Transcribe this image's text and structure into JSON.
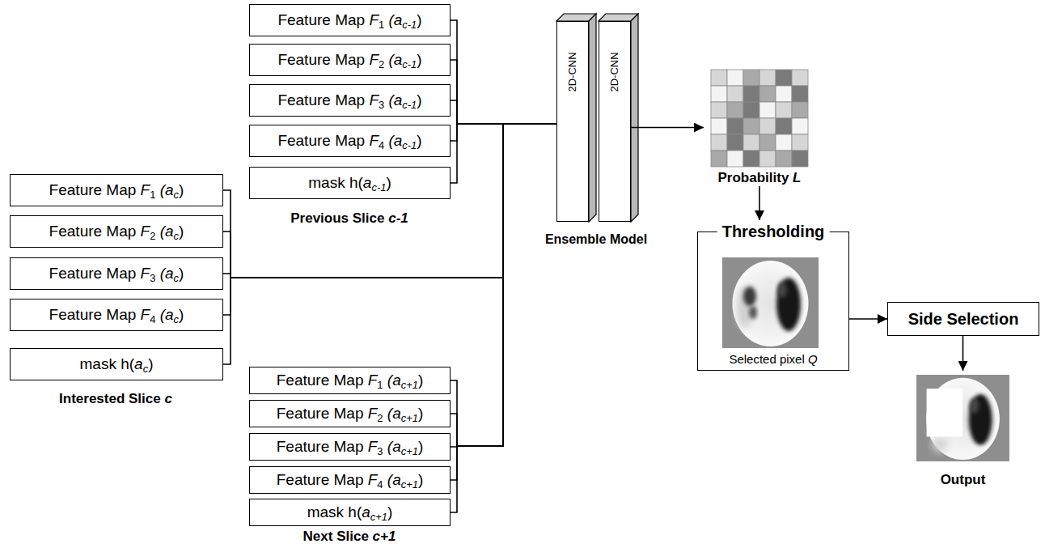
{
  "diagram": {
    "nodes": [
      {
        "text": [
          "Feature Map F1 (ac-1)"
        ]
      },
      {
        "text": [
          "Feature Map F2 (ac-1)"
        ]
      },
      {
        "text": [
          "Feature Map F3 (ac-1)"
        ]
      },
      {
        "text": [
          "Feature Map F4 (ac-1)"
        ]
      },
      {
        "text": [
          "mask h(ac-1)"
        ]
      },
      {
        "text": [
          "Feature Map F1 (ac)"
        ]
      },
      {
        "text": [
          "Feature Map F2 (ac)"
        ]
      },
      {
        "text": [
          "Feature Map F3 (ac)"
        ]
      },
      {
        "text": [
          "Feature Map F4 (ac)"
        ]
      },
      {
        "text": [
          "mask h(ac)"
        ]
      },
      {
        "text": [
          "Feature Map F1 (ac+1)"
        ]
      },
      {
        "text": [
          "Feature Map F2 (ac+1)"
        ]
      },
      {
        "text": [
          "Feature Map F3 (ac+1)"
        ]
      },
      {
        "text": [
          "Feature Map F4 (ac+1)"
        ]
      },
      {
        "text": [
          "mask h(ac+1)"
        ]
      },
      {
        "text": [
          "2D-CNN"
        ]
      },
      {
        "text": [
          "2D-CNN"
        ]
      },
      {
        "text": [
          "Probability L"
        ]
      },
      {
        "text": [
          "Thresholding",
          "Selected pixel Q"
        ]
      },
      {
        "text": [
          "Side Selection"
        ]
      },
      {
        "text": [
          "Output"
        ]
      }
    ],
    "edges": [
      {
        "from": 0,
        "to": 15,
        "arrow": "none"
      },
      {
        "from": 1,
        "to": 15,
        "arrow": "none"
      },
      {
        "from": 2,
        "to": 15,
        "arrow": "none"
      },
      {
        "from": 3,
        "to": 15,
        "arrow": "none"
      },
      {
        "from": 4,
        "to": 15,
        "arrow": "none"
      },
      {
        "from": 5,
        "to": 15,
        "arrow": "none"
      },
      {
        "from": 6,
        "to": 15,
        "arrow": "none"
      },
      {
        "from": 7,
        "to": 15,
        "arrow": "none"
      },
      {
        "from": 8,
        "to": 15,
        "arrow": "none"
      },
      {
        "from": 9,
        "to": 15,
        "arrow": "none"
      },
      {
        "from": 10,
        "to": 15,
        "arrow": "none"
      },
      {
        "from": 11,
        "to": 15,
        "arrow": "none"
      },
      {
        "from": 12,
        "to": 15,
        "arrow": "none"
      },
      {
        "from": 13,
        "to": 15,
        "arrow": "none"
      },
      {
        "from": 14,
        "to": 15,
        "arrow": "none"
      },
      {
        "from": 16,
        "to": 17,
        "arrow": "to"
      },
      {
        "from": 17,
        "to": 18,
        "arrow": "to"
      },
      {
        "from": 18,
        "to": 19,
        "arrow": "to"
      },
      {
        "from": 19,
        "to": 20,
        "arrow": "to"
      }
    ],
    "labels": [
      "Previous Slice c-1",
      "Interested Slice c",
      "Next Slice c+1",
      "Ensemble Model"
    ]
  }
}
